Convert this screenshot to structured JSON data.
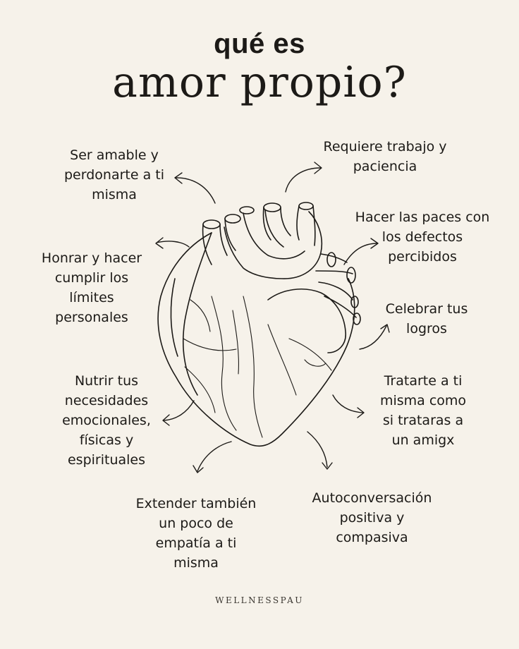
{
  "title": {
    "line1": "qué es",
    "line2": "amor propio?"
  },
  "notes": {
    "ser_amable": "Ser amable y\nperdonarte a ti\nmisma",
    "requiere_trabajo": "Requiere trabajo y\npaciencia",
    "hacer_paces": "Hacer las paces con\nlos defectos\npercibidos",
    "honrar_limites": "Honrar y hacer\ncumplir los\nlímites\npersonales",
    "celebrar_logros": "Celebrar tus\nlogros",
    "nutrir_necesidades": "Nutrir tus\nnecesidades\nemocionales,\nfísicas y\nespirituales",
    "tratarte": "Tratarte a ti\nmisma como\nsi trataras a\nun amigx",
    "extender_empatia": "Extender también\nun poco de\nempatía a ti\nmisma",
    "autoconversacion": "Autoconversación\npositiva y\ncompasiva"
  },
  "brand": "WELLNESSPAU",
  "colors": {
    "background": "#f6f2ea",
    "ink": "#1c1a17"
  }
}
